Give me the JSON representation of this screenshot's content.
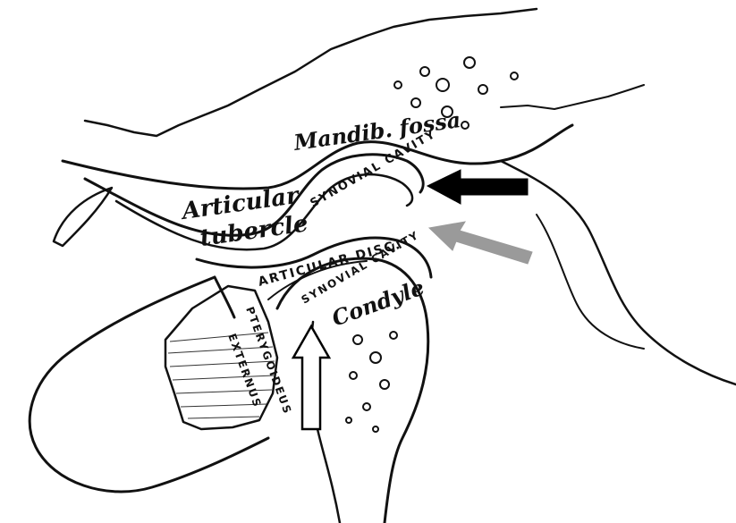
{
  "figure": {
    "labels": {
      "mandibular_fossa": "Mandib. fossa",
      "articular_tubercle_1": "Articular",
      "articular_tubercle_2": "tubercle",
      "synovial_cavity_upper": "SYNOVIAL CAVITY",
      "articular_disc": "ARTICULAR DISC.",
      "synovial_cavity_lower": "SYNOVIAL CAVITY",
      "condyle": "Condyle",
      "pterygoideus_1": "PTERYGOIDEUS",
      "pterygoideus_2": "EXTERNUS"
    },
    "arrows": [
      {
        "name": "black-arrow",
        "style": "solid black",
        "fill": "#000000"
      },
      {
        "name": "gray-arrow",
        "style": "solid gray",
        "fill": "#9a9a9a"
      },
      {
        "name": "white-arrow",
        "style": "outlined white",
        "fill": "#ffffff"
      }
    ]
  }
}
